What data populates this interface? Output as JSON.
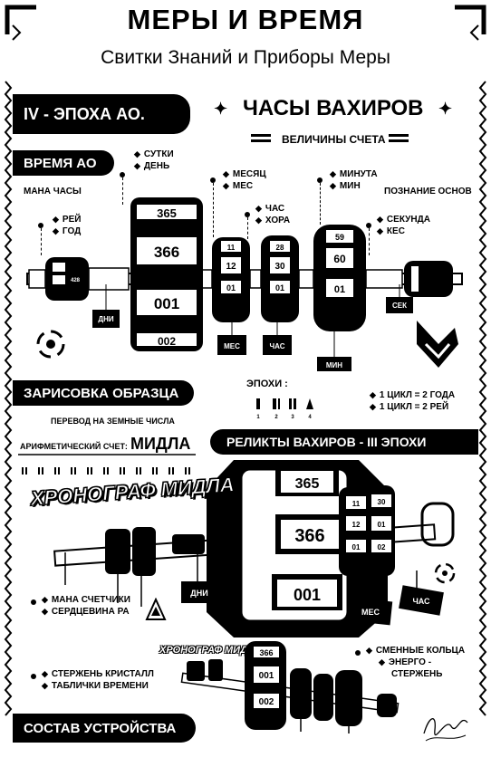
{
  "header": {
    "title": "МЕРЫ И ВРЕМЯ",
    "subtitle": "Свитки Знаний и Приборы Меры"
  },
  "epoch_band": "IV - ЭПОХА АО.",
  "clock_title": "ЧАСЫ ВАХИРОВ",
  "clock_subtitle": "ВЕЛИЧИНЫ СЧЕТА",
  "time_band": "ВРЕМЯ АО",
  "mana_clock": "МАНА ЧАСЫ",
  "knowledge": "ПОЗНАНИЕ ОСНОВ",
  "units": {
    "day": [
      "СУТКИ",
      "ДЕНЬ"
    ],
    "month": [
      "МЕСЯЦ",
      "МЕС"
    ],
    "hour": [
      "ЧАС",
      "ХОРА"
    ],
    "minute": [
      "МИНУТА",
      "МИН"
    ],
    "year": [
      "РЕЙ",
      "ГОД"
    ],
    "second": [
      "СЕКУНДА",
      "КЕС"
    ]
  },
  "rings": {
    "year_left": "428",
    "big": [
      "365",
      "366",
      "001",
      "002"
    ],
    "month": [
      "11",
      "12",
      "01"
    ],
    "hour": [
      "28",
      "30",
      "01"
    ],
    "minute": [
      "59",
      "60",
      "01"
    ]
  },
  "tags": {
    "day": "ДНИ",
    "month": "МЕС",
    "hour": "ЧАС",
    "minute": "МИН",
    "sec": "СЕК"
  },
  "sketch_band": "ЗАРИСОВКА ОБРАЗЦА",
  "epochs": {
    "label": "ЭПОХИ :",
    "numbers": [
      "1",
      "2",
      "3",
      "4"
    ]
  },
  "cycles": [
    "1 ЦИКЛ = 2 ГОДА",
    "1 ЦИКЛ = 2 РЕЙ"
  ],
  "translation": "ПЕРЕВОД НА ЗЕМНЫЕ ЧИСЛА",
  "arith": {
    "label": "АРИФМЕТИЧЕСКИЙ СЧЕТ:",
    "name": "МИДЛА"
  },
  "relics_band": "РЕЛИКТЫ ВАХИРОВ - III ЭПОХИ",
  "chronograph": "ХРОНОГРАФ МИДЛА",
  "relic_rings": {
    "big": [
      "365",
      "366",
      "001"
    ],
    "small": [
      "11",
      "30",
      "12",
      "01",
      "01",
      "02"
    ]
  },
  "relic_tags": {
    "day": "ДНИ",
    "month": "МЕС",
    "hour": "ЧАС"
  },
  "mana_counters": [
    "МАНА СЧЕТЧИКИ",
    "СЕРДЦЕВИНА РА"
  ],
  "chronograph_small": "ХРОНОГРАФ МИДЛА",
  "small_rings": [
    "366",
    "001",
    "002"
  ],
  "replace_rings": [
    "СМЕННЫЕ КОЛЬЦА",
    "ЭНЕРГО -",
    "СТЕРЖЕНЬ"
  ],
  "crystal": [
    "СТЕРЖЕНЬ КРИСТАЛЛ",
    "ТАБЛИЧКИ ВРЕМЕНИ"
  ],
  "device_band": "СОСТАВ УСТРОЙСТВА"
}
